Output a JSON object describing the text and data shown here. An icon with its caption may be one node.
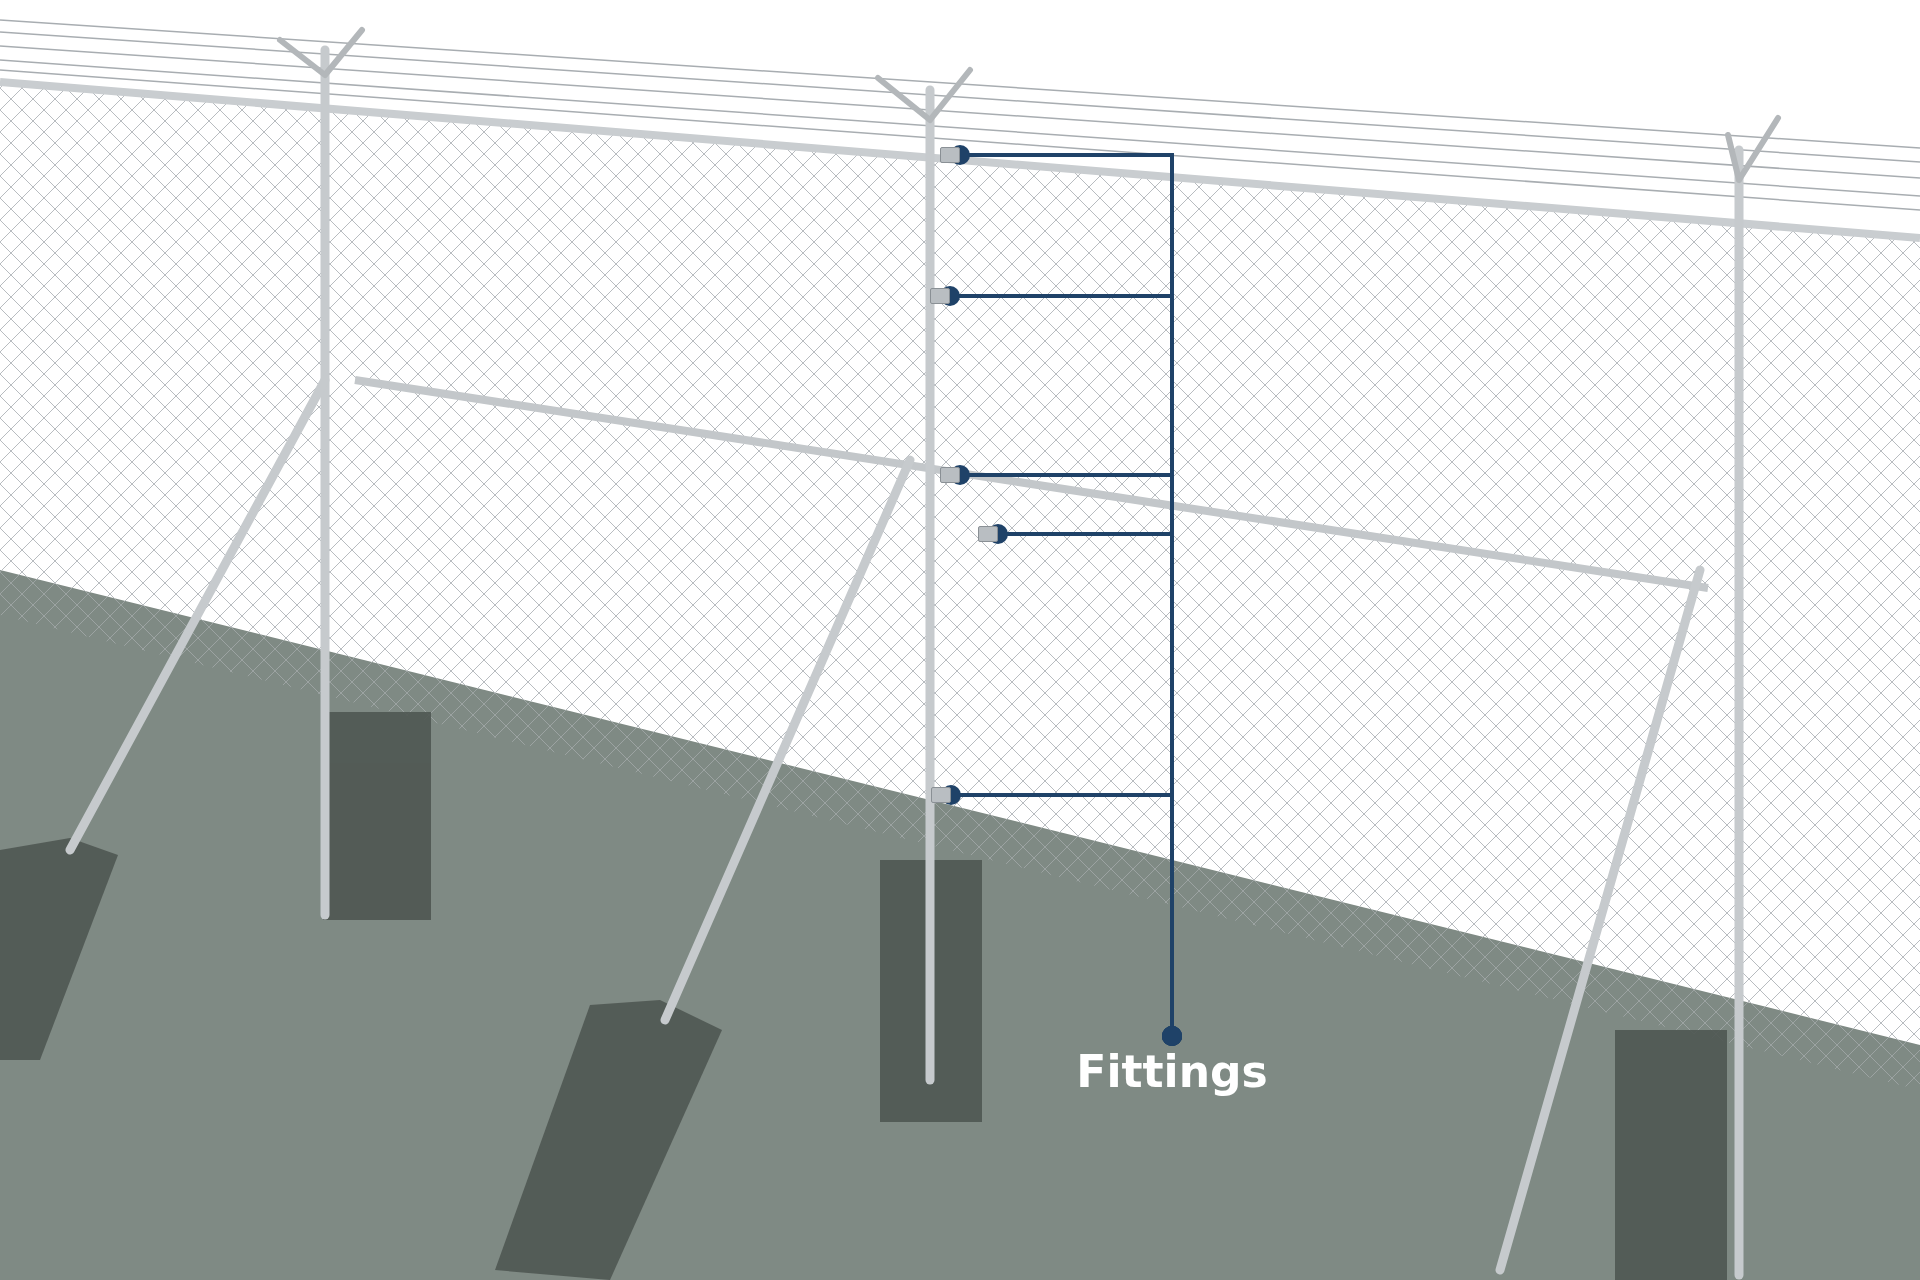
{
  "diagram": {
    "nodes": [
      {
        "text": [
          "Fittings"
        ]
      },
      {
        "text": [],
        "shape": "box"
      },
      {
        "text": [],
        "shape": "box"
      },
      {
        "text": [],
        "shape": "box"
      },
      {
        "text": [],
        "shape": "box"
      },
      {
        "text": [],
        "shape": "box"
      }
    ],
    "edges": [
      {
        "from": 0,
        "to": 1,
        "arrow": "other"
      },
      {
        "from": 0,
        "to": 2,
        "arrow": "other"
      },
      {
        "from": 0,
        "to": 3,
        "arrow": "other"
      },
      {
        "from": 0,
        "to": 4,
        "arrow": "other"
      },
      {
        "from": 0,
        "to": 5,
        "arrow": "other"
      }
    ]
  }
}
